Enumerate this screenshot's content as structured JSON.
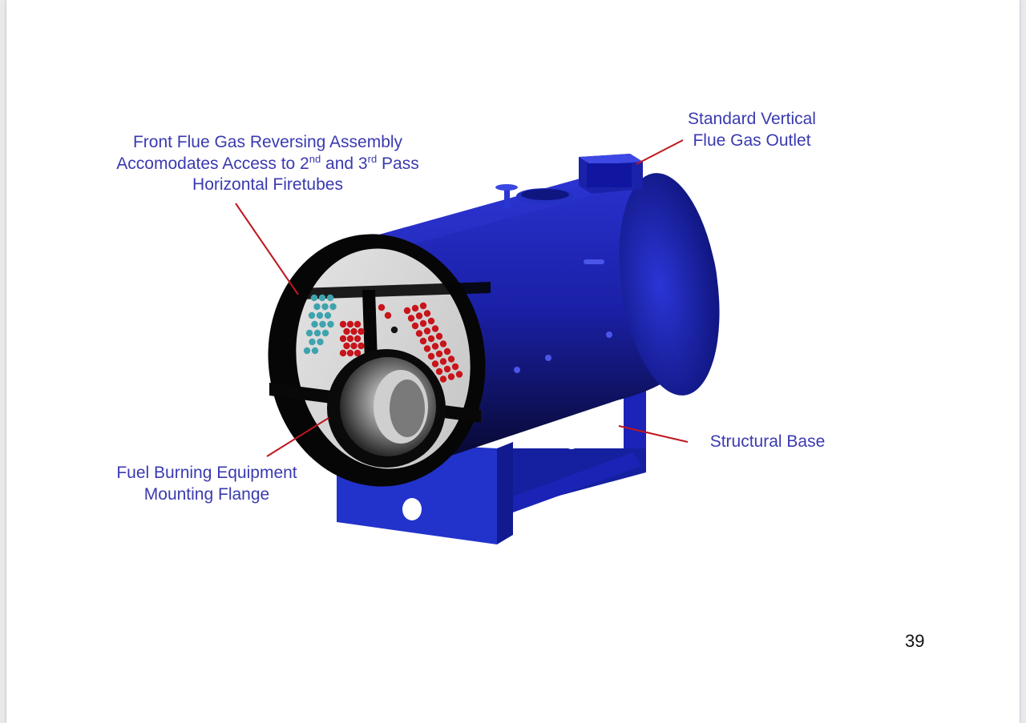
{
  "labels": {
    "front_flue": {
      "line1": "Front Flue Gas Reversing Assembly",
      "line2_a": "Accomodates Access to 2",
      "line2_sup1": "nd",
      "line2_b": " and 3",
      "line2_sup2": "rd",
      "line2_c": " Pass",
      "line3": "Horizontal Firetubes"
    },
    "flue_outlet": {
      "line1": "Standard Vertical",
      "line2": "Flue Gas Outlet"
    },
    "structural_base": "Structural Base",
    "fuel_flange": {
      "line1": "Fuel Burning Equipment",
      "line2": "Mounting Flange"
    }
  },
  "page_number": "39",
  "colors": {
    "label_text": "#3a3ab0",
    "leader_line": "#c0161e",
    "boiler_shell": "#1a1fa8",
    "tube_red": "#c8141a",
    "tube_teal": "#3fa3ae",
    "tubesheet": "#d7d7d7"
  }
}
